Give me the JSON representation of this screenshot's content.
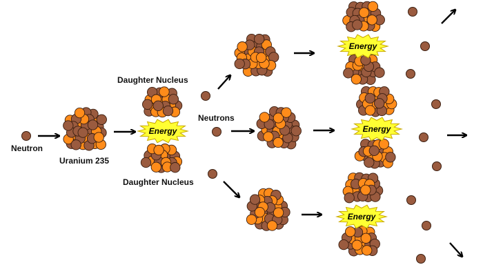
{
  "labels": {
    "neutron": "Neutron",
    "uranium": "Uranium 235",
    "daughter_top": "Daughter Nucleus",
    "daughter_bottom": "Daughter Nucleus",
    "neutrons": "Neutrons",
    "energy": "Energy"
  },
  "colors": {
    "brown": "#9a5b3f",
    "orange": "#ff8c1a",
    "outline": "#3a1e10",
    "burst_fill": "#ffff33",
    "burst_stroke": "#c8a800",
    "arrow": "#000000"
  }
}
